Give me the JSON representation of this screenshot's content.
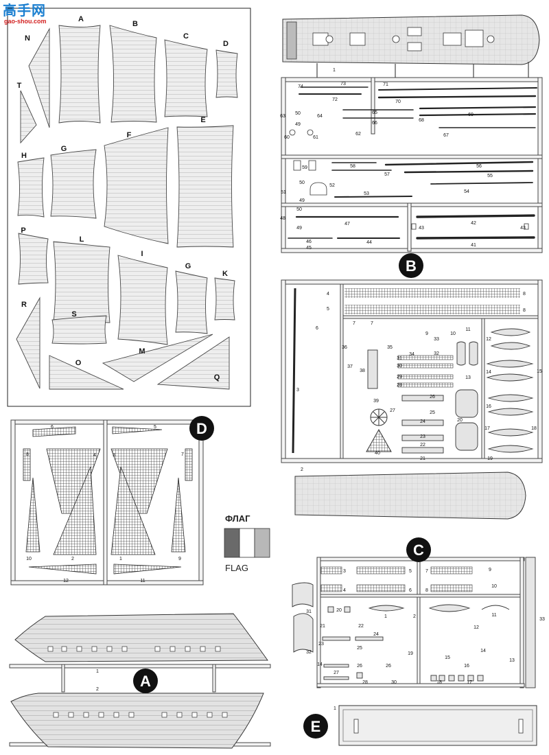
{
  "watermark": {
    "logo": "高手网",
    "url": "gao-shou.com"
  },
  "sails_sheet": {
    "labels": [
      "A",
      "B",
      "C",
      "D",
      "N",
      "T",
      "H",
      "G",
      "F",
      "E",
      "P",
      "L",
      "I",
      "G",
      "K",
      "R",
      "S",
      "O",
      "M",
      "Q"
    ]
  },
  "sprue_b": {
    "letter": "B",
    "numbers": [
      "1",
      "74",
      "73",
      "72",
      "71",
      "70",
      "50",
      "49",
      "63",
      "64",
      "65",
      "66",
      "69",
      "68",
      "67",
      "60",
      "61",
      "62",
      "59",
      "58",
      "57",
      "56",
      "55",
      "54",
      "50",
      "49",
      "51",
      "52",
      "53",
      "48",
      "50",
      "49",
      "47",
      "42",
      "43",
      "43",
      "46",
      "45",
      "44",
      "41"
    ]
  },
  "sprue_c_upper": {
    "numbers": [
      "4",
      "5",
      "3",
      "6",
      "7",
      "7",
      "9",
      "10",
      "11",
      "8",
      "8",
      "36",
      "35",
      "34",
      "33",
      "32",
      "31",
      "30",
      "29",
      "28",
      "12",
      "13",
      "14",
      "15",
      "37",
      "38",
      "39",
      "40",
      "27",
      "26",
      "25",
      "24",
      "23",
      "22",
      "21",
      "20",
      "16",
      "17",
      "18",
      "19"
    ]
  },
  "hull_deck": {
    "number": "2"
  },
  "sprue_d": {
    "letter": "D",
    "numbers": [
      "6",
      "5",
      "8",
      "4",
      "3",
      "7",
      "10",
      "2",
      "1",
      "9",
      "12",
      "11"
    ]
  },
  "flag": {
    "title_ru": "ФЛАГ",
    "title_en": "FLAG",
    "colors": [
      "#6a6a6a",
      "#ffffff",
      "#b8b8b8"
    ]
  },
  "sprue_a": {
    "letter": "A",
    "numbers": [
      "1",
      "2"
    ]
  },
  "sprue_c": {
    "letter": "C",
    "numbers": [
      "3",
      "5",
      "7",
      "9",
      "4",
      "6",
      "8",
      "10",
      "31",
      "20",
      "1",
      "2",
      "11",
      "21",
      "22",
      "12",
      "24",
      "23",
      "25",
      "32",
      "19",
      "14",
      "26",
      "26",
      "15",
      "16",
      "14",
      "27",
      "28",
      "30",
      "18",
      "17",
      "13",
      "33"
    ]
  },
  "sprue_e": {
    "letter": "E",
    "number": "1"
  }
}
